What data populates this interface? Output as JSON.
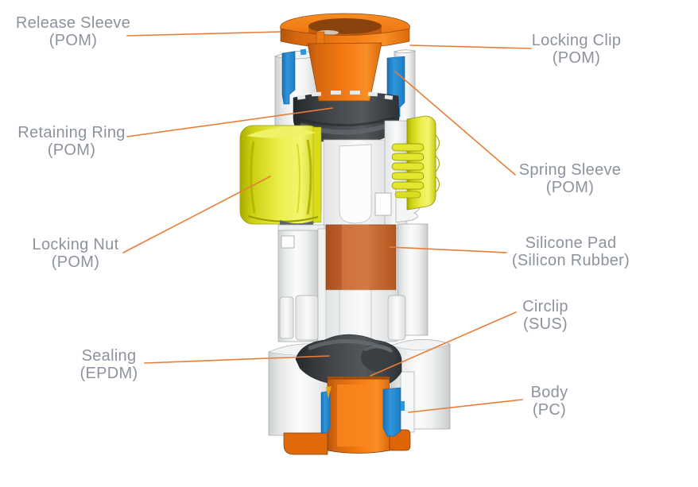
{
  "diagram": {
    "background": "#FFFFFF",
    "description_labels_count": 9
  },
  "parts": [
    {
      "name": "Release Sleeve",
      "material": "(POM)"
    },
    {
      "name": "Locking Clip",
      "material": "(POM)"
    },
    {
      "name": "Retaining Ring",
      "material": "(POM)"
    },
    {
      "name": "Spring Sleeve",
      "material": "(POM)"
    },
    {
      "name": "Locking Nut",
      "material": "(POM)"
    },
    {
      "name": "Silicone Pad",
      "material": "(Silicon Rubber)"
    },
    {
      "name": "Circlip",
      "material": "(SUS)"
    },
    {
      "name": "Sealing",
      "material": "(EPDM)"
    },
    {
      "name": "Body",
      "material": "(PC)"
    }
  ],
  "colors": {
    "label_text": "#8D939C",
    "leader_line": "#E87E36",
    "release_sleeve_orange": "#F0740F",
    "body_bottom_orange": "#EE7210",
    "locking_nut_yellow": "#E9EB3D",
    "clip_blue": "#2E96DC",
    "seal_dark_gray": "#44484C",
    "silicone_pad_brown": "#C4662F",
    "plastic_white": "#F2F3F3"
  }
}
